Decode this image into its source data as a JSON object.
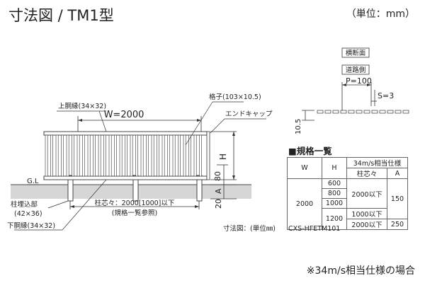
{
  "title": "寸法図 / TM1型",
  "unit": "（単位：mm）",
  "footnote": "※34m/s相当仕様の場合",
  "drawing": {
    "upper_rail": "上胴縁(34×32)",
    "lattice": "格子(103×10.5)",
    "end_cap": "エンドキャップ",
    "width_dim": "W=2000",
    "gl": "G.L",
    "post": "柱埋込部",
    "post_size": "(42×36)",
    "lower_rail": "下胴縁(34×32)",
    "pitch": "柱芯々：2000[1000]以下",
    "pitch_note": "(規格一覧参照)",
    "h": "H",
    "h80": "80",
    "a": "A",
    "d20": "20",
    "drawing_unit": "寸法図：(単位㎜)"
  },
  "section": {
    "title": "横断面",
    "road": "道路側",
    "p": "P=100",
    "s": "S=3",
    "thickness": "10.5"
  },
  "spec_table": {
    "title": "■規格一覧",
    "col_w": "W",
    "col_h": "H",
    "col_34": "34m/s相当仕様",
    "col_pitch": "柱芯々",
    "col_a": "A",
    "w_value": "2000",
    "h_values": [
      "600",
      "800",
      "1000",
      "1200"
    ],
    "pitch_2000": "2000以下",
    "pitch_1000": "1000以下",
    "pitch_2000b": "2000以下",
    "a_150": "150",
    "a_250": "250",
    "code": "CXS-HFETM101"
  }
}
